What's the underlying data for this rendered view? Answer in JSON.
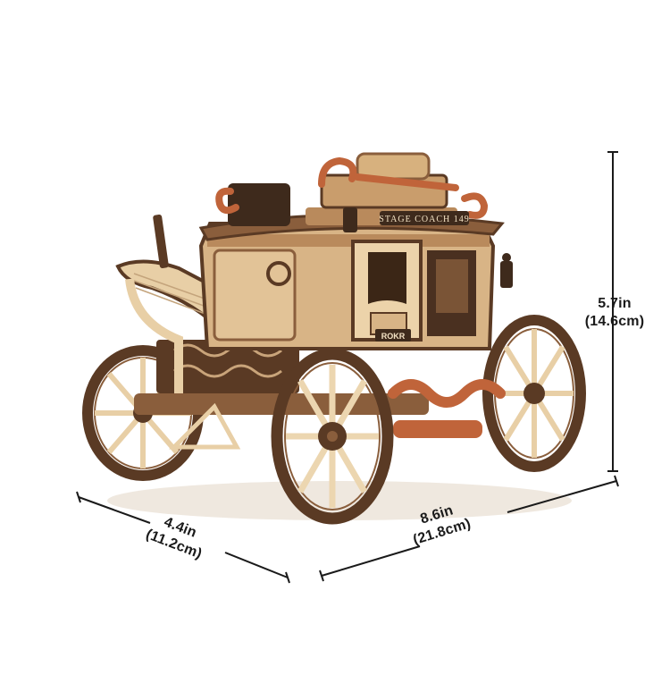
{
  "product": {
    "plate_text": "STAGE COACH 149",
    "badge_text": "ROKR"
  },
  "dimensions": {
    "height": {
      "imperial": "5.7in",
      "metric": "(14.6cm)"
    },
    "width": {
      "imperial": "8.6in",
      "metric": "(21.8cm)"
    },
    "depth": {
      "imperial": "4.4in",
      "metric": "(11.2cm)"
    }
  },
  "colors": {
    "background": "#ffffff",
    "wood_light": "#e8cfa6",
    "wood_mid": "#b98a5c",
    "wood_dark": "#5a3a24",
    "accent_copper": "#c0643a",
    "line": "#1a1a1a"
  }
}
